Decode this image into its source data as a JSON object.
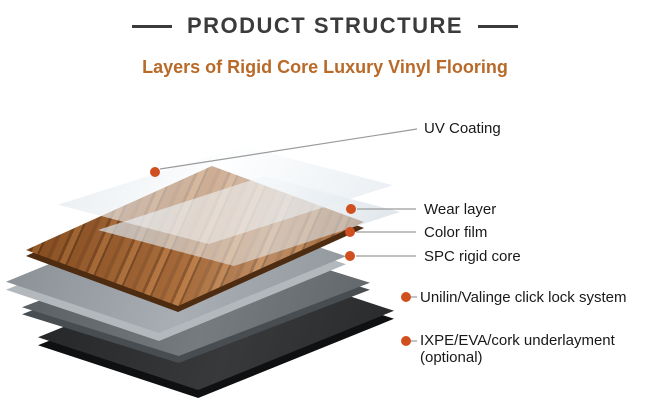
{
  "header": {
    "title": "PRODUCT STRUCTURE",
    "subtitle": "Layers of Rigid Core Luxury Vinyl Flooring"
  },
  "diagram": {
    "type": "exploded-layer-diagram",
    "layers": [
      {
        "id": "uv-coating",
        "label": "UV Coating"
      },
      {
        "id": "wear-layer",
        "label": "Wear layer"
      },
      {
        "id": "color-film",
        "label": "Color film"
      },
      {
        "id": "spc-rigid-core",
        "label": "SPC rigid core"
      },
      {
        "id": "click-lock-system",
        "label": "Unilin/Valinge click lock system"
      },
      {
        "id": "underlayment",
        "label": "IXPE/EVA/cork underlayment (optional)"
      }
    ]
  },
  "palette": {
    "title_text": "#3b3b3b",
    "subtitle_text": "#b96a28",
    "label_text": "#191919",
    "leader_line": "#9b9b9b",
    "callout_dot": "#cf4f1f",
    "uv_coating_fill": "#eef3f6",
    "wear_layer_fill": "#dfe6ec",
    "color_film_wood": [
      "#a05e2a",
      "#7c441c",
      "#b06c34",
      "#8a4e22"
    ],
    "spc_core_fill": "#969da2",
    "click_lock_fill": "#62686c",
    "underlayment_fill": "#2a2c2e",
    "background": "#ffffff"
  }
}
